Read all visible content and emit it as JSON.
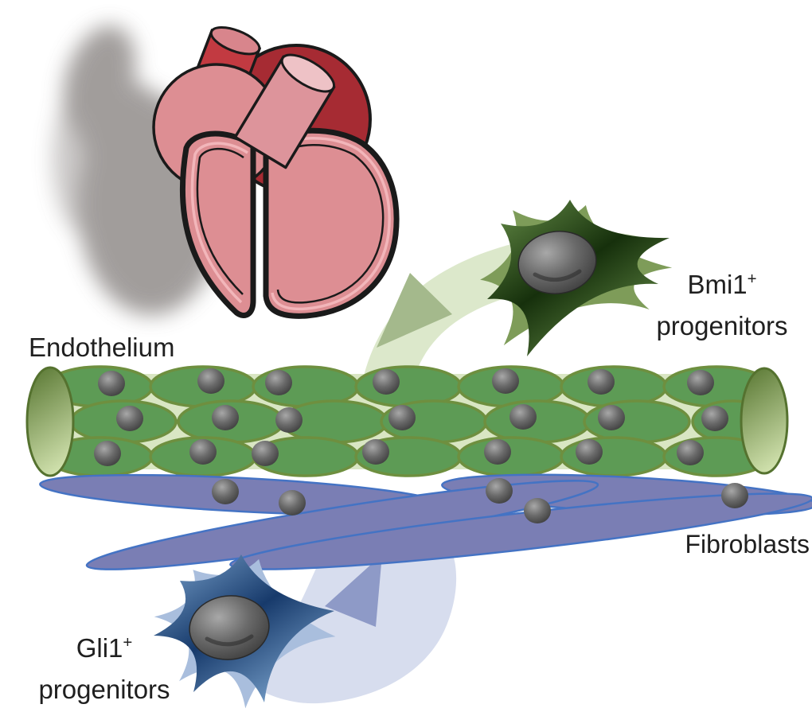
{
  "figure": {
    "description": "Schematic of cardiac endothelium with Bmi1+ and Gli1+ progenitor cells and fibroblasts",
    "labels": {
      "endothelium": "Endothelium",
      "fibroblasts": "Fibroblasts",
      "bmi1": {
        "gene": "Bmi1",
        "sup": "+",
        "line2": "progenitors"
      },
      "gli1": {
        "gene": "Gli1",
        "sup": "+",
        "line2": "progenitors"
      }
    },
    "colors": {
      "label_text": "#1f1f1f",
      "shadow_gray": "#8a8583",
      "heart_pink": "#dd8e93",
      "heart_dark_red": "#a62b33",
      "vessel_red": "#c23a41",
      "vessel_cap_pink": "#d8858c",
      "right_vessel_pink": "#dd949b",
      "right_vessel_cap": "#eec2c6",
      "heart_outline": "#1a1a1a",
      "tube_background": "#d9e6c3",
      "endothelial_cell": "#5d9b55",
      "endothelial_outline": "#6e8f3f",
      "tube_cap_dark": "#5c7a36",
      "tube_cap_light": "#cfe0ac",
      "nucleus_light": "#a8a8a8",
      "nucleus_mid": "#6a6a6a",
      "nucleus_dark": "#323232",
      "fibroblast_fill": "#7a7eb4",
      "fibroblast_outline": "#4473c4",
      "green_arrow_band": "#dce8cb",
      "green_arrowhead": "#a4b98c",
      "blue_arrow_band": "#d7ddee",
      "blue_arrowhead": "#8e9ac7",
      "bmi1_cell_dark": "#16300c",
      "bmi1_cell_light": "#69914a",
      "bmi1_cell_back": "#7e9c59",
      "gli1_cell_dark": "#173a6b",
      "gli1_cell_light": "#7fa8d2",
      "gli1_cell_back": "#a9bedd"
    }
  }
}
